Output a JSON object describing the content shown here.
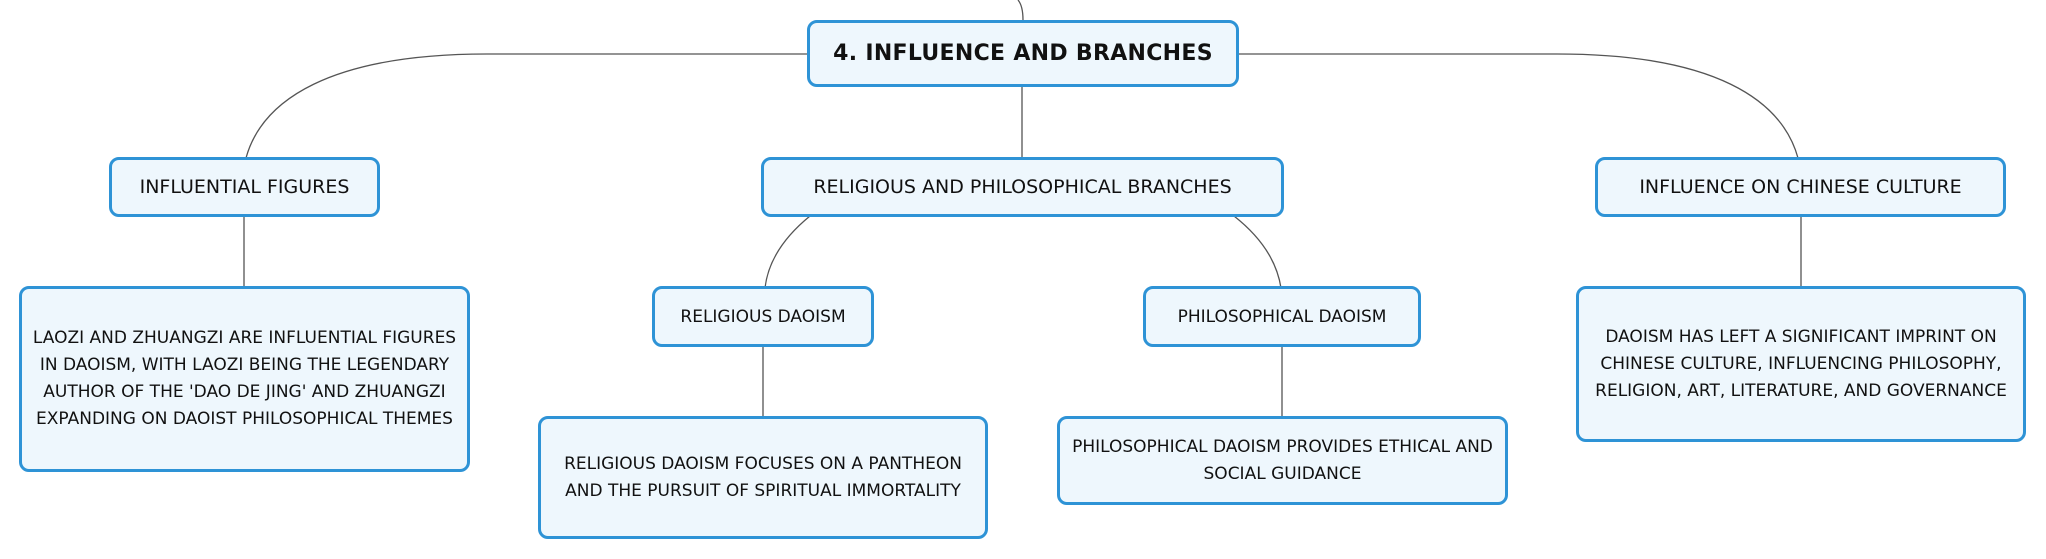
{
  "colors": {
    "node_fill": "#eef7fd",
    "node_border": "#2e93d6",
    "connector": "#555555",
    "text": "#111111"
  },
  "diagram": {
    "root": {
      "label": "4. INFLUENCE AND BRANCHES"
    },
    "branches": {
      "figures": {
        "label": "INFLUENTIAL FIGURES",
        "detail": "LAOZI AND ZHUANGZI ARE INFLUENTIAL FIGURES IN DAOISM, WITH LAOZI BEING THE LEGENDARY AUTHOR OF THE 'DAO DE JING' AND ZHUANGZI EXPANDING ON DAOIST PHILOSOPHICAL THEMES"
      },
      "religious_philosophical": {
        "label": "RELIGIOUS AND PHILOSOPHICAL BRANCHES",
        "religious": {
          "label": "RELIGIOUS DAOISM",
          "detail": "RELIGIOUS DAOISM FOCUSES ON A PANTHEON AND THE PURSUIT OF SPIRITUAL IMMORTALITY"
        },
        "philosophical": {
          "label": "PHILOSOPHICAL DAOISM",
          "detail": "PHILOSOPHICAL DAOISM PROVIDES ETHICAL AND SOCIAL GUIDANCE"
        }
      },
      "culture": {
        "label": "INFLUENCE ON CHINESE CULTURE",
        "detail": "DAOISM HAS LEFT A SIGNIFICANT IMPRINT ON CHINESE CULTURE, INFLUENCING PHILOSOPHY, RELIGION, ART, LITERATURE, AND GOVERNANCE"
      }
    }
  }
}
